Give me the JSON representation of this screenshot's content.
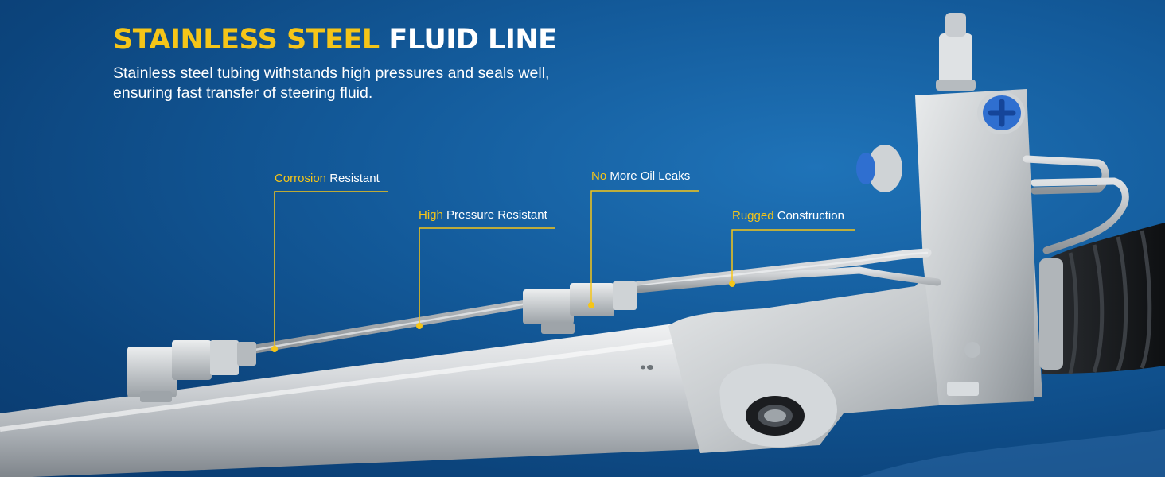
{
  "heading": {
    "highlight": "STAINLESS STEEL",
    "rest": "FLUID LINE"
  },
  "description": {
    "line1": "Stainless steel tubing withstands high pressures and seals well,",
    "line2": "ensuring fast transfer of steering fluid."
  },
  "callouts": [
    {
      "highlight": "Corrosion",
      "text": "Resistant"
    },
    {
      "highlight": "High",
      "text": "Pressure Resistant"
    },
    {
      "highlight": "No",
      "text": "More Oil Leaks"
    },
    {
      "highlight": "Rugged",
      "text": "Construction"
    }
  ],
  "colors": {
    "accent": "#f5c518",
    "background": "#135a9a",
    "text": "#ffffff"
  }
}
